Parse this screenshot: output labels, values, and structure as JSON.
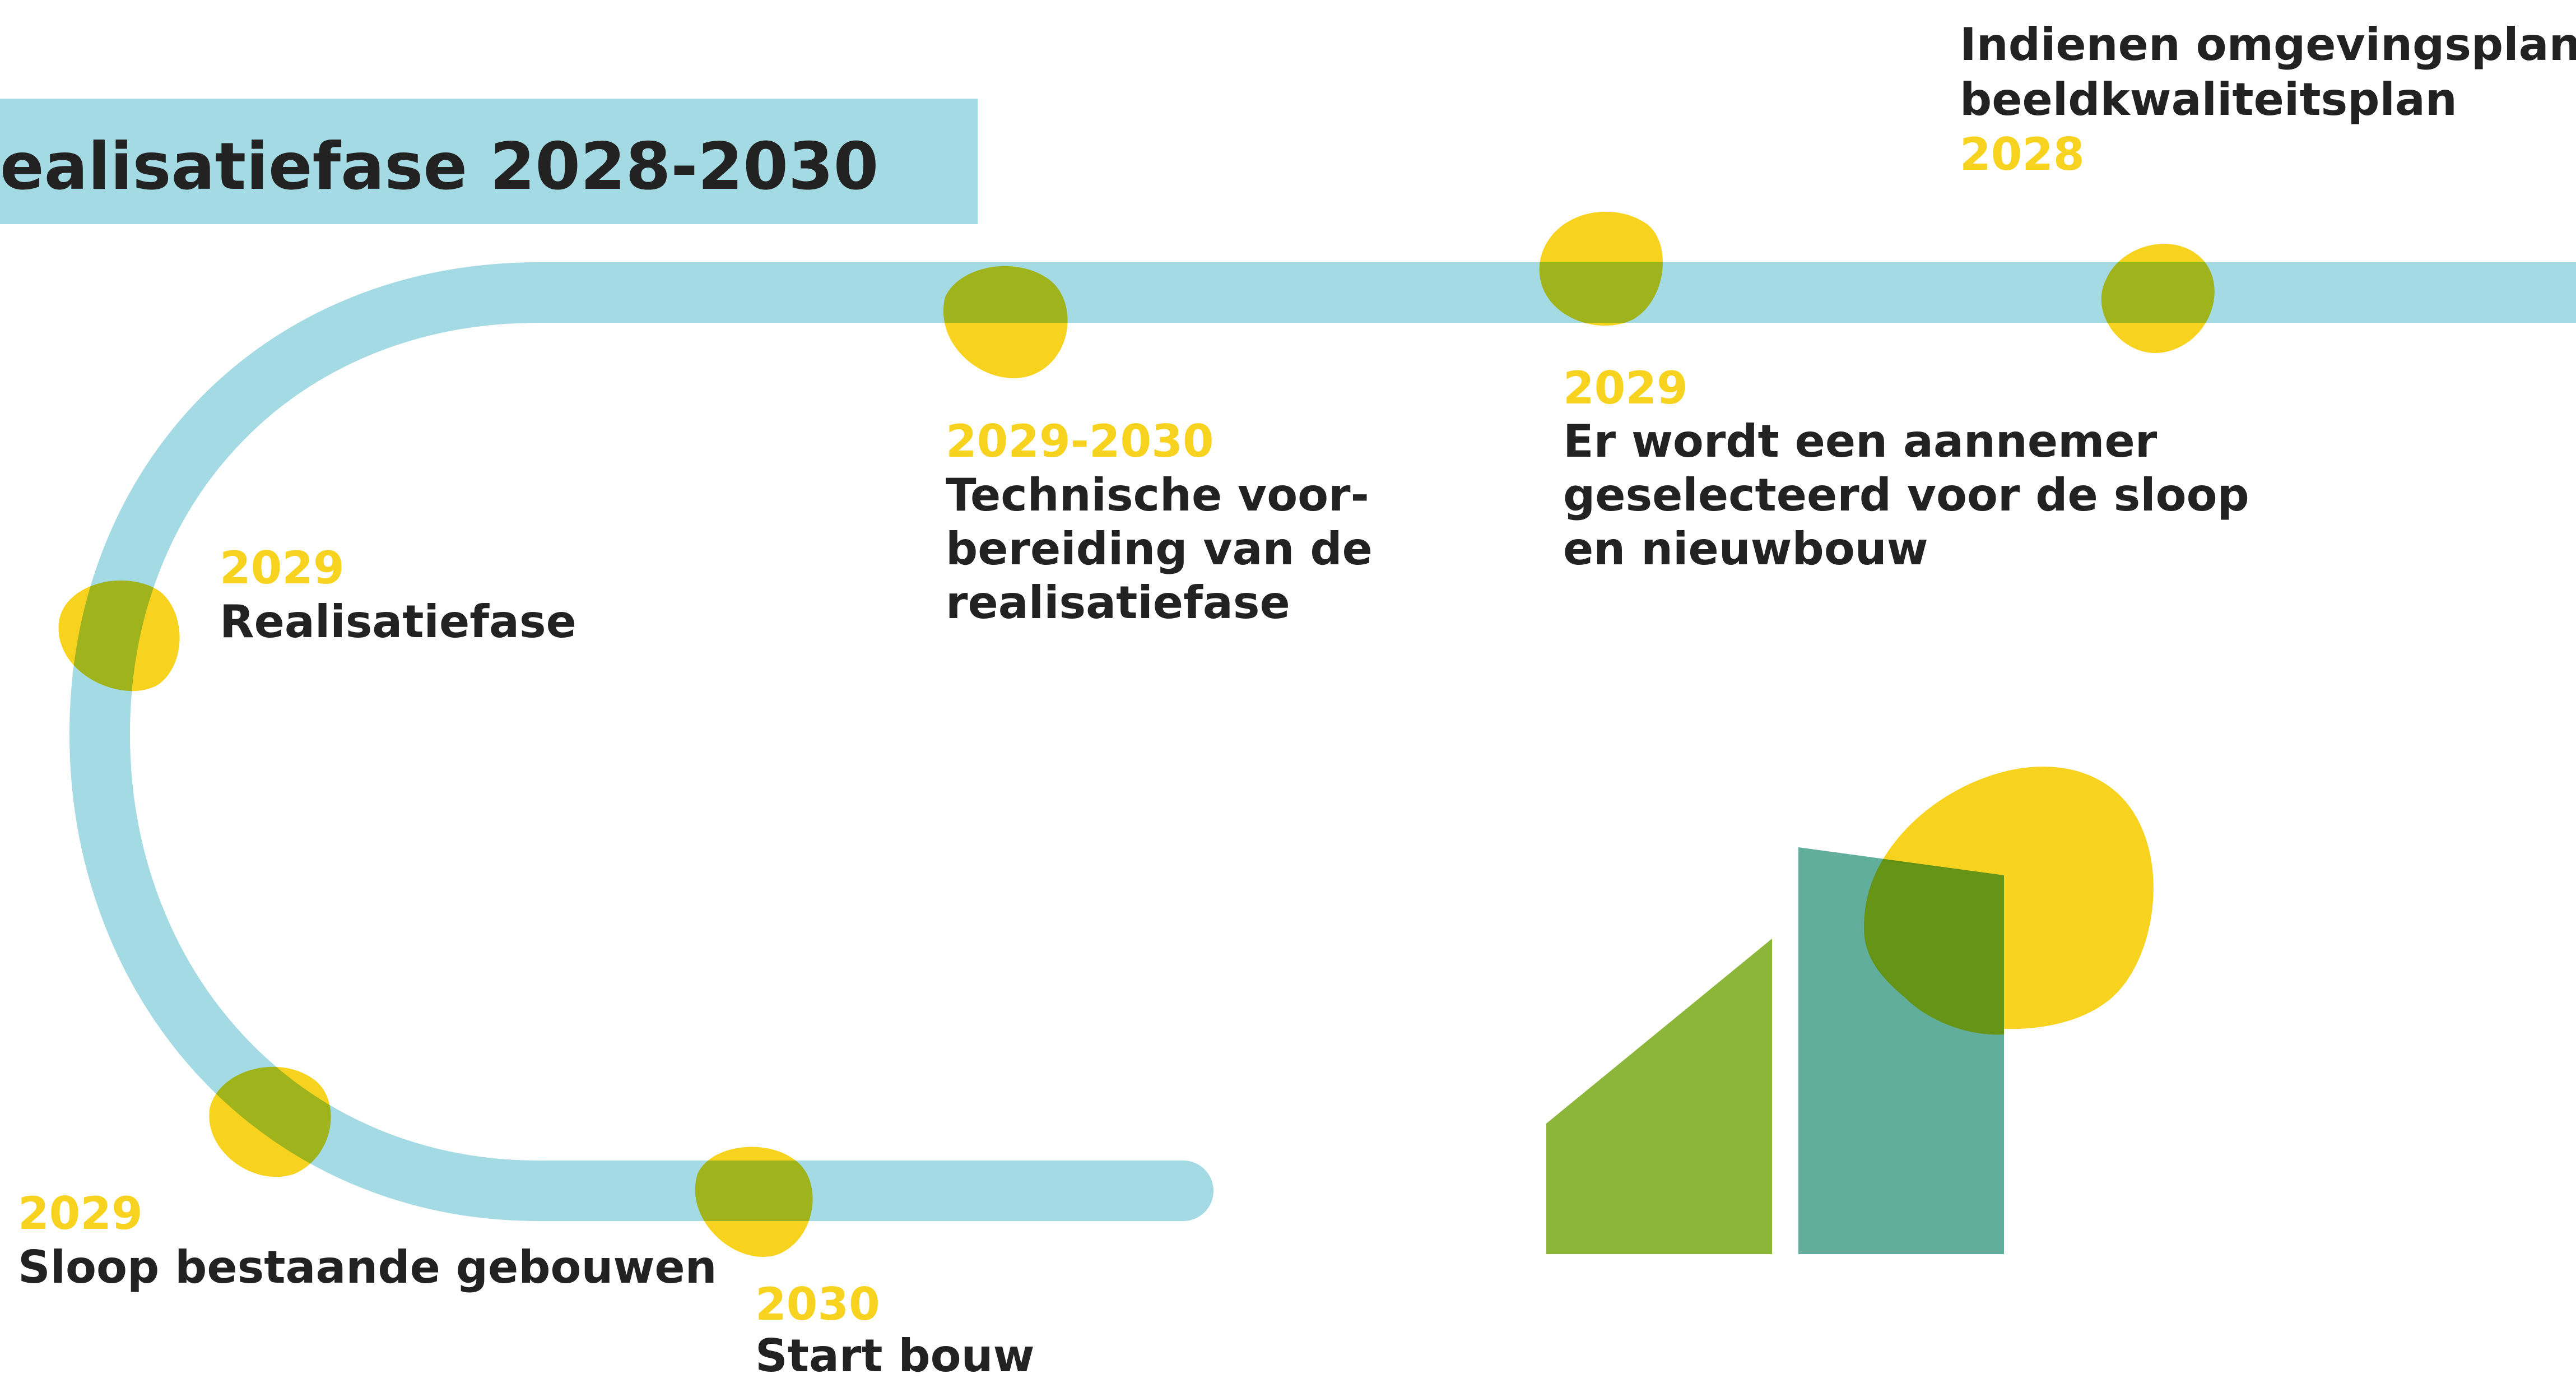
{
  "header": {
    "title": "ealisatiefase 2028-2030"
  },
  "milestones": [
    {
      "year": "2028",
      "lines": [
        "Indienen omgevingsplan en",
        "beeldkwaliteitsplan"
      ]
    },
    {
      "year": "2029",
      "lines": [
        "Er wordt een aannemer",
        "geselecteerd voor de sloop",
        "en nieuwbouw"
      ]
    },
    {
      "year": "2029-2030",
      "lines": [
        "Technische voor-",
        "bereiding van de",
        "realisatiefase"
      ]
    },
    {
      "year": "2029",
      "lines": [
        "Realisatiefase"
      ]
    },
    {
      "year": "2029",
      "lines": [
        "Sloop bestaande gebouwen"
      ]
    },
    {
      "year": "2030",
      "lines": [
        "Start bouw"
      ]
    }
  ],
  "colors": {
    "track": "#a4dae3",
    "title_band": "#a4dae3",
    "blob": "#f7d31f",
    "blob_overlap": "#a3b90f",
    "year_text": "#f7d31f",
    "body_text": "#222222",
    "building_left": "#8bb63a",
    "building_right": "#62ae9c",
    "building_overlap": "#669417"
  },
  "icons": {
    "milestone_marker": "yellow-blob-icon",
    "illustration": "buildings-icon"
  }
}
